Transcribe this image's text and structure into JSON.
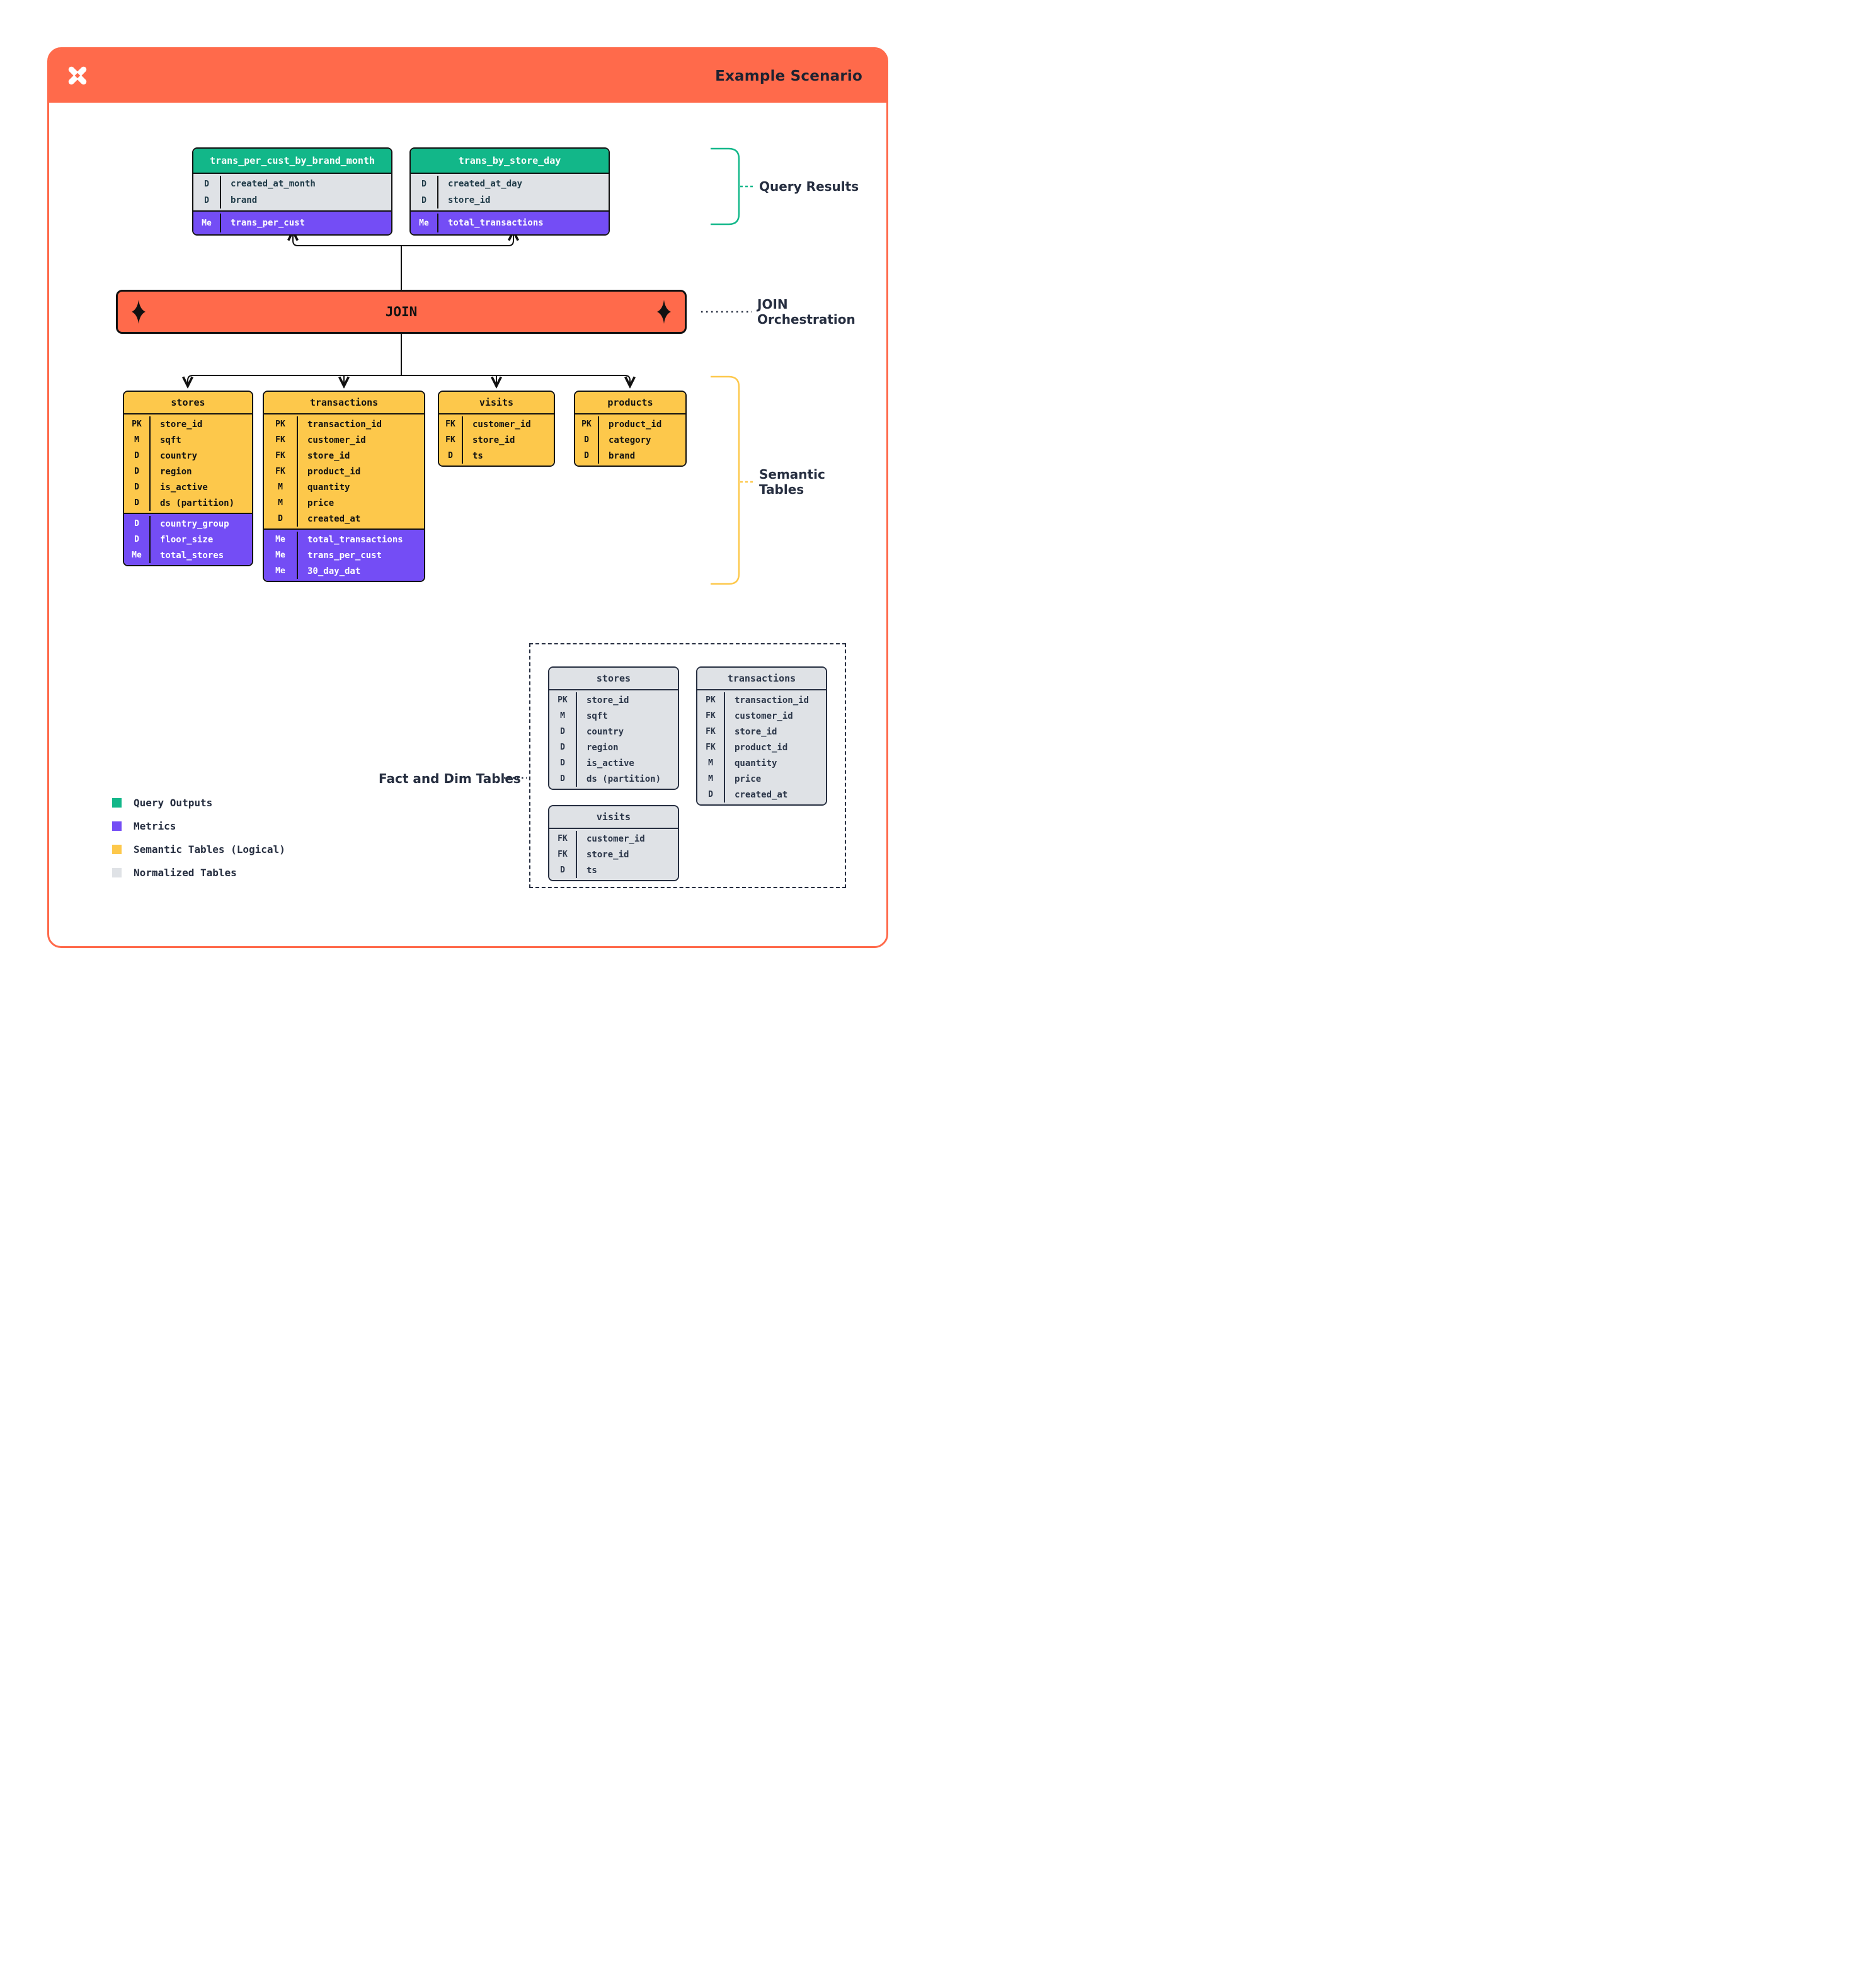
{
  "header": {
    "title": "Example Scenario",
    "logo": "dbt-star-logo"
  },
  "colors": {
    "orange": "#ff6a4b",
    "green": "#12b789",
    "purple": "#744df5",
    "yellow": "#fdc84b",
    "gray": "#dfe2e6",
    "ink": "#262e40"
  },
  "query_results": {
    "label": "Query Results",
    "tables": [
      {
        "name": "trans_per_cust_by_brand_month",
        "sections": [
          {
            "kind": "fields",
            "rows": [
              [
                "D",
                "created_at_month"
              ],
              [
                "D",
                "brand"
              ]
            ]
          },
          {
            "kind": "metrics",
            "rows": [
              [
                "Me",
                "trans_per_cust"
              ]
            ]
          }
        ]
      },
      {
        "name": "trans_by_store_day",
        "sections": [
          {
            "kind": "fields",
            "rows": [
              [
                "D",
                "created_at_day"
              ],
              [
                "D",
                "store_id"
              ]
            ]
          },
          {
            "kind": "metrics",
            "rows": [
              [
                "Me",
                "total_transactions"
              ]
            ]
          }
        ]
      }
    ]
  },
  "join": {
    "label": "JOIN",
    "annotation_line1": "JOIN",
    "annotation_line2": "Orchestration"
  },
  "semantic_tables": {
    "label_line1": "Semantic",
    "label_line2": "Tables",
    "tables": [
      {
        "name": "stores",
        "sections": [
          {
            "kind": "fields",
            "rows": [
              [
                "PK",
                "store_id"
              ],
              [
                "M",
                "sqft"
              ],
              [
                "D",
                "country"
              ],
              [
                "D",
                "region"
              ],
              [
                "D",
                "is_active"
              ],
              [
                "D",
                "ds (partition)"
              ]
            ]
          },
          {
            "kind": "metrics",
            "rows": [
              [
                "D",
                "country_group"
              ],
              [
                "D",
                "floor_size"
              ],
              [
                "Me",
                "total_stores"
              ]
            ]
          }
        ]
      },
      {
        "name": "transactions",
        "sections": [
          {
            "kind": "fields",
            "rows": [
              [
                "PK",
                "transaction_id"
              ],
              [
                "FK",
                "customer_id"
              ],
              [
                "FK",
                "store_id"
              ],
              [
                "FK",
                "product_id"
              ],
              [
                "M",
                "quantity"
              ],
              [
                "M",
                "price"
              ],
              [
                "D",
                "created_at"
              ]
            ]
          },
          {
            "kind": "metrics",
            "rows": [
              [
                "Me",
                "total_transactions"
              ],
              [
                "Me",
                "trans_per_cust"
              ],
              [
                "Me",
                "30_day_dat"
              ]
            ]
          }
        ]
      },
      {
        "name": "visits",
        "sections": [
          {
            "kind": "fields",
            "rows": [
              [
                "FK",
                "customer_id"
              ],
              [
                "FK",
                "store_id"
              ],
              [
                "D",
                "ts"
              ]
            ]
          }
        ]
      },
      {
        "name": "products",
        "sections": [
          {
            "kind": "fields",
            "rows": [
              [
                "PK",
                "product_id"
              ],
              [
                "D",
                "category"
              ],
              [
                "D",
                "brand"
              ]
            ]
          }
        ]
      }
    ]
  },
  "normalized_tables": {
    "label": "Fact and Dim Tables",
    "tables": [
      {
        "name": "stores",
        "sections": [
          {
            "kind": "fields",
            "rows": [
              [
                "PK",
                "store_id"
              ],
              [
                "M",
                "sqft"
              ],
              [
                "D",
                "country"
              ],
              [
                "D",
                "region"
              ],
              [
                "D",
                "is_active"
              ],
              [
                "D",
                "ds (partition)"
              ]
            ]
          }
        ]
      },
      {
        "name": "transactions",
        "sections": [
          {
            "kind": "fields",
            "rows": [
              [
                "PK",
                "transaction_id"
              ],
              [
                "FK",
                "customer_id"
              ],
              [
                "FK",
                "store_id"
              ],
              [
                "FK",
                "product_id"
              ],
              [
                "M",
                "quantity"
              ],
              [
                "M",
                "price"
              ],
              [
                "D",
                "created_at"
              ]
            ]
          }
        ]
      },
      {
        "name": "visits",
        "sections": [
          {
            "kind": "fields",
            "rows": [
              [
                "FK",
                "customer_id"
              ],
              [
                "FK",
                "store_id"
              ],
              [
                "D",
                "ts"
              ]
            ]
          }
        ]
      }
    ]
  },
  "legend": {
    "items": [
      {
        "color": "#12b789",
        "label": "Query Outputs"
      },
      {
        "color": "#744df5",
        "label": "Metrics"
      },
      {
        "color": "#fdc84b",
        "label": "Semantic Tables (Logical)"
      },
      {
        "color": "#dfe2e6",
        "label": "Normalized Tables"
      }
    ]
  }
}
